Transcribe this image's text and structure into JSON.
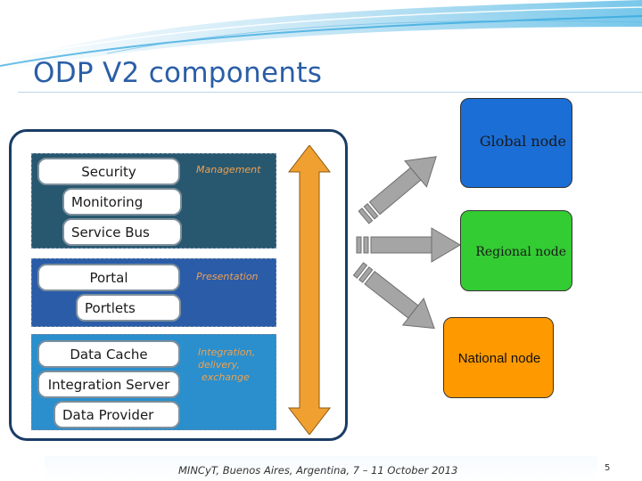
{
  "slide": {
    "title": "ODP V2 components",
    "footer": "MINCyT, Buenos Aires, Argentina, 7 – 11 October 2013",
    "page_number": "5"
  },
  "architecture": {
    "management": {
      "label": "Management",
      "components": [
        "Security",
        "Monitoring",
        "Service Bus"
      ]
    },
    "presentation": {
      "label": "Presentation",
      "components": [
        "Portal",
        "Portlets"
      ]
    },
    "integration": {
      "label": "Integration, delivery, exchange",
      "label_lines": [
        "Integration,",
        "delivery,",
        "exchange"
      ],
      "components": [
        "Data Cache",
        "Integration Server",
        "Data Provider"
      ]
    }
  },
  "nodes": {
    "global": {
      "label": "Global node",
      "color": "#1a6ed6"
    },
    "regional": {
      "label": "Regional node",
      "color": "#33cc33"
    },
    "national": {
      "label": "National node",
      "color": "#ff9900"
    }
  },
  "colors": {
    "title": "#2a5ea6",
    "frame": "#1a3c66",
    "management_panel": "#28586f",
    "presentation_panel": "#2a5ca8",
    "integration_panel": "#2a8fcc",
    "vertical_arrow": "#f0a030",
    "connector_arrows": "#a0a0a0"
  }
}
